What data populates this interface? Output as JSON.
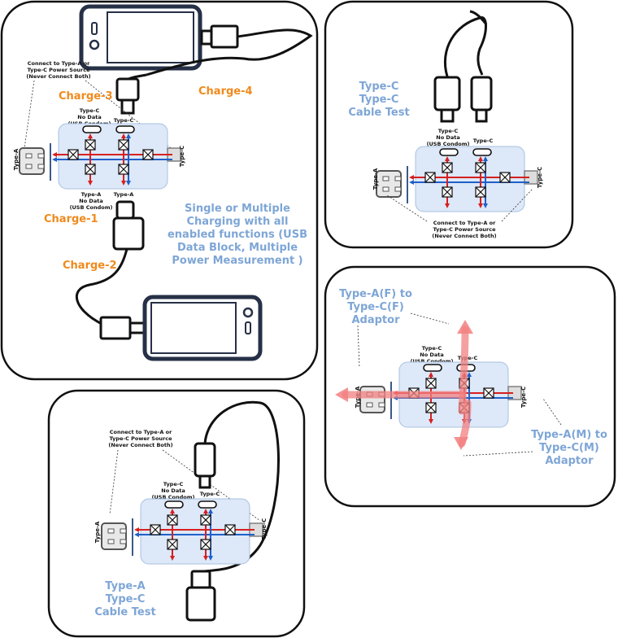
{
  "labels": {
    "type_a": "Type-A",
    "type_c": "Type-C",
    "type_c_no_data": [
      "Type-C",
      "No Data",
      "(USB Condom)"
    ],
    "type_a_no_data": [
      "Type-A",
      "No Data",
      "(USB Condom)"
    ],
    "power_source_note": [
      "Connect to Type-A or",
      "Type-C Power Source",
      "(Never Connect Both)"
    ]
  },
  "panel_charging": {
    "charge_1": "Charge-1",
    "charge_2": "Charge-2",
    "charge_3": "Charge-3",
    "charge_4": "Charge-4",
    "description": [
      "Single or Multiple",
      "Charging with all",
      "enabled functions (USB",
      "Data Block, Multiple",
      "Power Measurement )"
    ]
  },
  "panel_cc_test": {
    "title": [
      "Type-C",
      "Type-C",
      "Cable Test"
    ]
  },
  "panel_ac_test": {
    "title": [
      "Type-A",
      "Type-C",
      "Cable Test"
    ]
  },
  "panel_adaptor": {
    "af_to_cf": [
      "Type-A(F) to",
      "Type-C(F)",
      "Adaptor"
    ],
    "am_to_cm": [
      "Type-A(M) to",
      "Type-C(M)",
      "Adaptor"
    ]
  },
  "colors": {
    "panel_border": "#111111",
    "board_fill": "#dde8f8",
    "board_stroke": "#a8c0e0",
    "red_line": "#d62020",
    "blue_line": "#2060c8",
    "orange_text": "#f08a1c",
    "blue_text": "#7ea6d6",
    "arrow_glow": "#f28080"
  }
}
